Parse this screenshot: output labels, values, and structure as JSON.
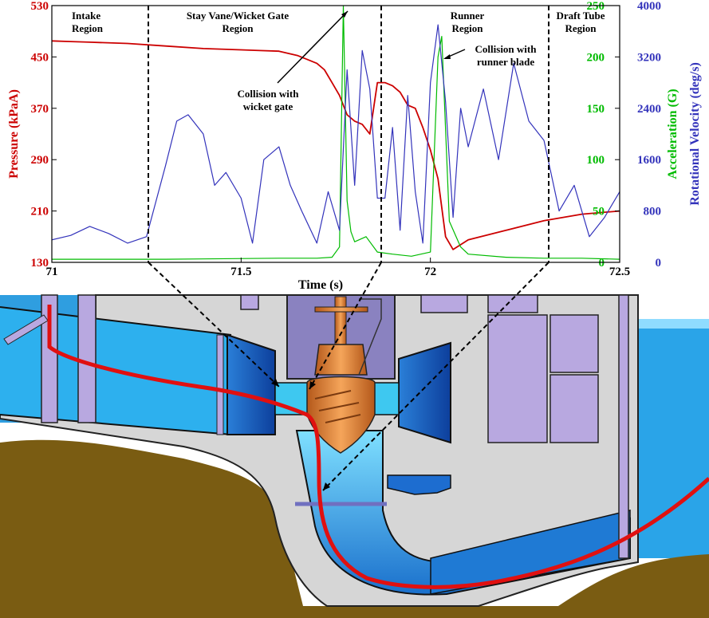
{
  "chart_data": {
    "type": "line",
    "xlabel": "Time (s)",
    "xlim": [
      71,
      72.5
    ],
    "x_ticks": [
      "71",
      "71.5",
      "72",
      "72.5"
    ],
    "axes": {
      "pressure": {
        "label": "Pressure (kPaA)",
        "side": "left",
        "color": "#cc0000",
        "range": [
          130,
          530
        ],
        "ticks": [
          "130",
          "210",
          "290",
          "370",
          "450",
          "530"
        ]
      },
      "acceleration": {
        "label": "Acceleration (G)",
        "side": "right",
        "color": "#00bb00",
        "range": [
          0,
          250
        ],
        "ticks": [
          "0",
          "50",
          "100",
          "150",
          "200",
          "250"
        ]
      },
      "rotation": {
        "label": "Rotational Velocity (deg/s)",
        "side": "right",
        "color": "#3333bb",
        "range": [
          0,
          4000
        ],
        "ticks": [
          "0",
          "800",
          "1600",
          "2400",
          "3200",
          "4000"
        ]
      }
    },
    "series": [
      {
        "color": "#cc0000",
        "axis": "pressure",
        "x": [
          71.0,
          71.05,
          71.1,
          71.2,
          71.3,
          71.4,
          71.5,
          71.55,
          71.6,
          71.65,
          71.7,
          71.72,
          71.74,
          71.76,
          71.78,
          71.8,
          71.82,
          71.84,
          71.86,
          71.88,
          71.9,
          71.92,
          71.94,
          71.96,
          71.98,
          72.0,
          72.02,
          72.04,
          72.06,
          72.1,
          72.2,
          72.3,
          72.4,
          72.5
        ],
        "values": [
          475,
          474,
          473,
          471,
          467,
          463,
          461,
          460,
          459,
          452,
          440,
          430,
          410,
          390,
          360,
          350,
          345,
          330,
          410,
          410,
          405,
          395,
          375,
          370,
          340,
          305,
          260,
          170,
          150,
          165,
          180,
          195,
          205,
          210
        ]
      },
      {
        "color": "#00bb00",
        "axis": "acceleration",
        "x": [
          71.0,
          71.3,
          71.6,
          71.7,
          71.74,
          71.76,
          71.77,
          71.78,
          71.79,
          71.8,
          71.83,
          71.86,
          71.9,
          71.95,
          72.0,
          72.02,
          72.03,
          72.05,
          72.08,
          72.1,
          72.2,
          72.3,
          72.4,
          72.5
        ],
        "values": [
          3,
          3,
          4,
          4,
          5,
          15,
          250,
          60,
          30,
          20,
          25,
          10,
          8,
          6,
          10,
          200,
          220,
          40,
          15,
          8,
          5,
          4,
          4,
          3
        ]
      },
      {
        "color": "#3333bb",
        "axis": "rotation",
        "x": [
          71.0,
          71.05,
          71.1,
          71.15,
          71.2,
          71.25,
          71.3,
          71.33,
          71.36,
          71.4,
          71.43,
          71.46,
          71.5,
          71.53,
          71.56,
          71.6,
          71.63,
          71.66,
          71.7,
          71.73,
          71.76,
          71.78,
          71.8,
          71.82,
          71.84,
          71.86,
          71.88,
          71.9,
          71.92,
          71.94,
          71.96,
          71.98,
          72.0,
          72.02,
          72.04,
          72.06,
          72.08,
          72.1,
          72.14,
          72.18,
          72.22,
          72.26,
          72.3,
          72.34,
          72.38,
          72.42,
          72.46,
          72.5
        ],
        "values": [
          350,
          420,
          560,
          450,
          300,
          400,
          1500,
          2200,
          2300,
          2000,
          1200,
          1400,
          1000,
          300,
          1600,
          1800,
          1200,
          800,
          300,
          1100,
          500,
          3000,
          1200,
          3300,
          2700,
          1000,
          1000,
          2100,
          500,
          2600,
          1100,
          300,
          2800,
          3700,
          2500,
          700,
          2400,
          1800,
          2700,
          1600,
          3100,
          2200,
          1900,
          800,
          1200,
          400,
          700,
          1100
        ]
      }
    ],
    "regions": [
      "Intake\nRegion",
      "Stay Vane/Wicket Gate\nRegion",
      "Runner\nRegion",
      "Draft Tube\nRegion"
    ],
    "annotations": [
      "Collision with\nwicket gate",
      "Collision with\nrunner blade"
    ]
  },
  "colors": {
    "pressure": "#cc0000",
    "acceleration": "#00bb00",
    "rotation": "#3333bb",
    "water_light": "#3ec8f0",
    "water_dark": "#1560c0",
    "concrete": "#d9d9d9",
    "soil": "#7a5c12",
    "structure": "#b8a8e0",
    "turbine": "#e8873a",
    "path": "#e01010"
  }
}
